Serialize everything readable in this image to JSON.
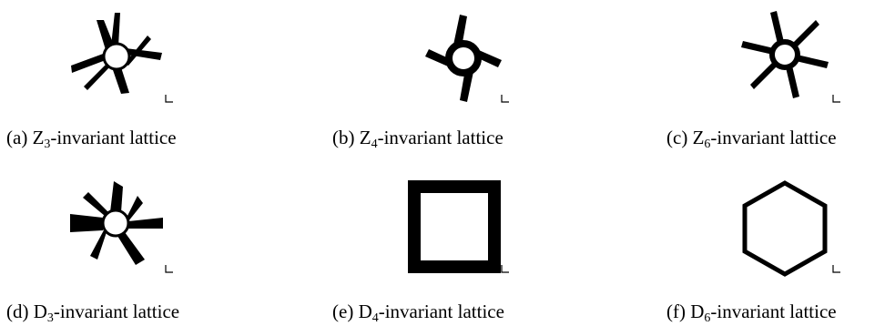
{
  "figure": {
    "panels": [
      {
        "id": "a",
        "label": "(a)",
        "group": "Z",
        "order": "3",
        "suffix": "-invariant lattice"
      },
      {
        "id": "b",
        "label": "(b)",
        "group": "Z",
        "order": "4",
        "suffix": "-invariant lattice"
      },
      {
        "id": "c",
        "label": "(c)",
        "group": "Z",
        "order": "6",
        "suffix": "-invariant lattice"
      },
      {
        "id": "d",
        "label": "(d)",
        "group": "D",
        "order": "3",
        "suffix": "-invariant lattice"
      },
      {
        "id": "e",
        "label": "(e)",
        "group": "D",
        "order": "4",
        "suffix": "-invariant lattice"
      },
      {
        "id": "f",
        "label": "(f)",
        "group": "D",
        "order": "6",
        "suffix": "-invariant lattice"
      }
    ]
  }
}
